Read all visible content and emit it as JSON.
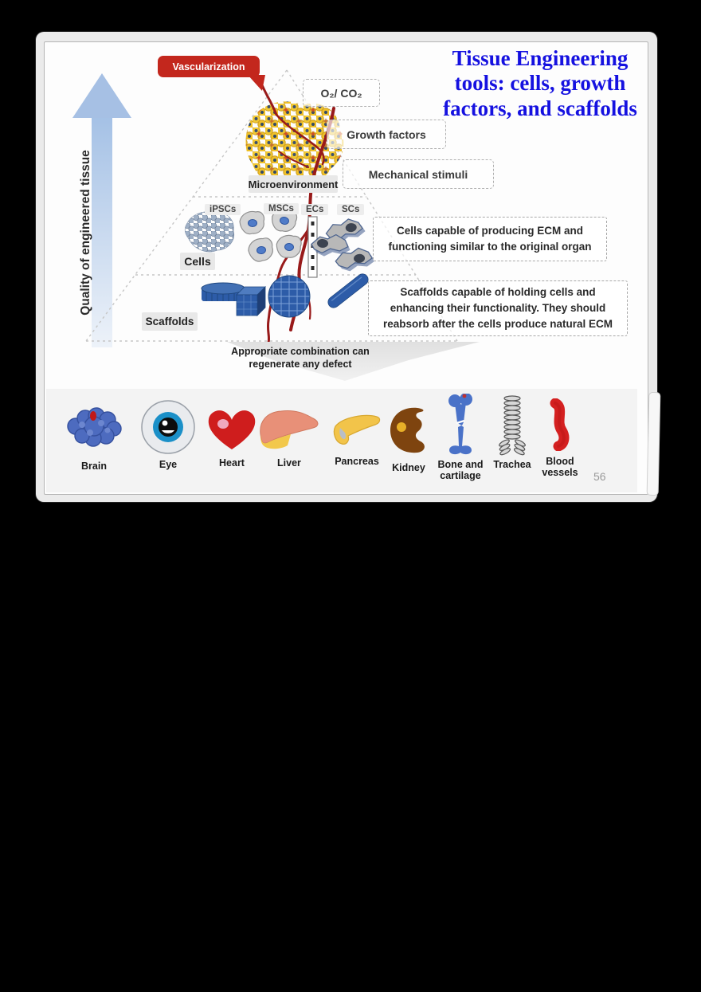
{
  "title": {
    "lines": [
      "Tissue Engineering",
      "tools: cells, growth",
      "factors, and scaffolds"
    ]
  },
  "axis_label": "Quality of engineered tissue",
  "callout_label": "Vascularization",
  "env_factors": [
    "O₂/ CO₂",
    "Growth factors",
    "Mechanical stimuli"
  ],
  "level_labels": {
    "microenvironment": "Microenvironment",
    "cells": "Cells",
    "scaffolds": "Scaffolds"
  },
  "cell_types": [
    "iPSCs",
    "MSCs",
    "ECs",
    "SCs"
  ],
  "descriptions": {
    "cells": "Cells capable of producing ECM and functioning similar to the original organ",
    "scaffolds": "Scaffolds capable of holding cells and enhancing their functionality. They should reabsorb after the cells produce natural ECM"
  },
  "banner": {
    "lines": [
      "Appropriate combination can",
      "regenerate any defect"
    ]
  },
  "organs": [
    {
      "name": "Brain"
    },
    {
      "name": "Eye"
    },
    {
      "name": "Heart"
    },
    {
      "name": "Liver"
    },
    {
      "name": "Pancreas"
    },
    {
      "name": "Kidney"
    },
    {
      "name": "Bone and cartilage"
    },
    {
      "name": "Trachea"
    },
    {
      "name": "Blood vessels"
    }
  ],
  "page_number": "56",
  "colors": {
    "title_blue": "#1511e0",
    "callout_red": "#c3271d",
    "scaffold_blue": "#2d5ca8",
    "arrow_blue": "#a3c0e5",
    "vessel_red": "#981a1a",
    "strip_bg": "#f3f3f3",
    "page_bg": "#fdfdfd",
    "banner_gray": "#e4e4e4"
  }
}
